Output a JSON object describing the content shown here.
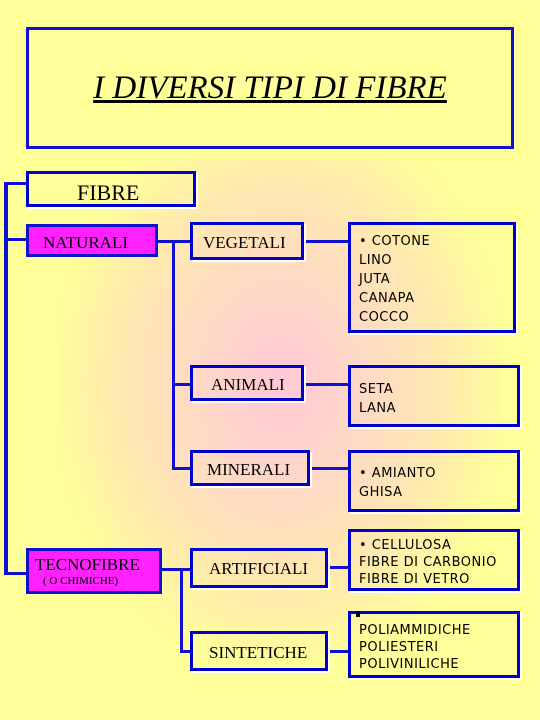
{
  "title": "I DIVERSI TIPI DI FIBRE",
  "root": "FIBRE",
  "groups": {
    "naturali": "NATURALI",
    "tecnofibre": "TECNOFIBRE",
    "tecnofibre_sub": "( O CHIMICHE)"
  },
  "categories": {
    "vegetali": "VEGETALI",
    "animali": "ANIMALI",
    "minerali": "MINERALI",
    "artificiali": "ARTIFICIALI",
    "sintetiche": "SINTETICHE"
  },
  "lists": {
    "vegetali": [
      "• COTONE",
      "LINO",
      "JUTA",
      "CANAPA",
      "COCCO"
    ],
    "animali": [
      "SETA",
      "LANA"
    ],
    "minerali": [
      "• AMIANTO",
      "GHISA"
    ],
    "artificiali": [
      "• CELLULOSA",
      "FIBRE DI CARBONIO",
      "FIBRE DI VETRO"
    ],
    "sintetiche": [
      "POLIAMMIDICHE",
      "POLIESTERI",
      "POLIVINILICHE"
    ]
  },
  "colors": {
    "background": "#ffff99",
    "border": "#1010d0",
    "highlight": "#ff22ff"
  }
}
